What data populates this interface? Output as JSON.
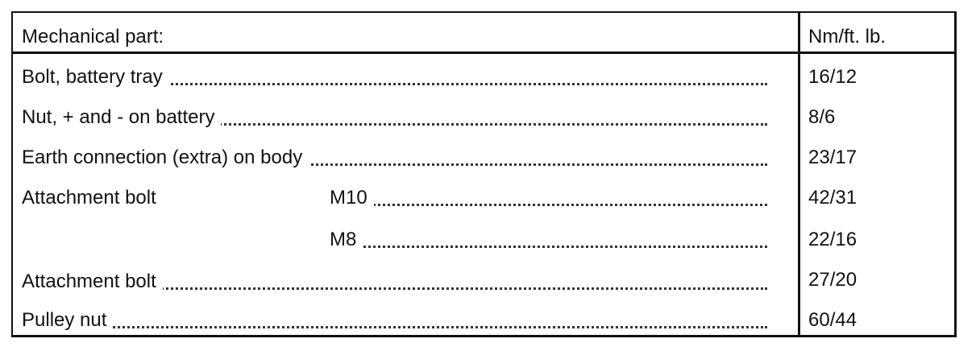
{
  "header": {
    "part_label": "Mechanical part:",
    "value_label": "Nm/ft. lb."
  },
  "rows": [
    {
      "part": "Bolt, battery tray",
      "sub": "",
      "value": "16/12"
    },
    {
      "part": "Nut, + and - on battery",
      "sub": "",
      "value": "8/6"
    },
    {
      "part": "Earth connection (extra) on body",
      "sub": "",
      "value": "23/17"
    },
    {
      "part": "Attachment bolt",
      "sub": "M10",
      "value": "42/31"
    },
    {
      "part": "",
      "sub": "M8",
      "value": "22/16"
    },
    {
      "part": "Attachment bolt",
      "sub": "",
      "value": "27/20"
    },
    {
      "part": "Pulley nut",
      "sub": "",
      "value": "60/44"
    }
  ]
}
